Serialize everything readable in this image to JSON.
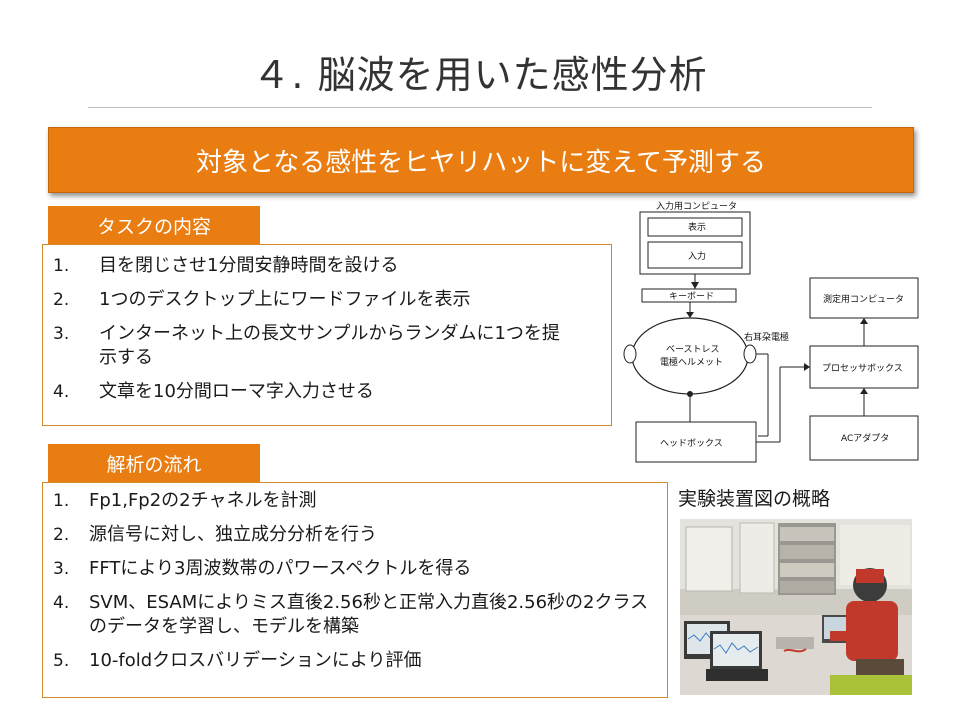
{
  "title": "４. 脳波を用いた感性分析",
  "banner": "対象となる感性をヒヤリハットに変えて予測する",
  "task": {
    "label": "タスクの内容",
    "items": [
      {
        "num": "1.",
        "text": "目を閉じさせ1分間安静時間を設ける"
      },
      {
        "num": "2.",
        "text": "1つのデスクトップ上にワードファイルを表示"
      },
      {
        "num": "3.",
        "text": "インターネット上の長文サンプルからランダムに1つを提示する"
      },
      {
        "num": "4.",
        "text": "文章を10分間ローマ字入力させる"
      }
    ]
  },
  "analysis": {
    "label": "解析の流れ",
    "items": [
      {
        "num": "1.",
        "text": "Fp1,Fp2の2チャネルを計測"
      },
      {
        "num": "2.",
        "text": "源信号に対し、独立成分分析を行う"
      },
      {
        "num": "3.",
        "text": "FFTにより3周波数帯のパワースペクトルを得る"
      },
      {
        "num": "4.",
        "text": "SVM、ESAMによりミス直後2.56秒と正常入力直後2.56秒の2クラスのデータを学習し、モデルを構築"
      },
      {
        "num": "5.",
        "text": "10-foldクロスバリデーションにより評価"
      }
    ]
  },
  "diagram": {
    "input_pc": "入力用コンピュータ",
    "display": "表示",
    "input": "入力",
    "keyboard": "キーボード",
    "helmet": "ベーストレス電極ヘルメット",
    "right_ear": "右耳朶電極",
    "measure_pc": "測定用コンピュータ",
    "processor": "プロセッサボックス",
    "ac": "ACアダプタ",
    "headbox": "ヘッドボックス"
  },
  "caption": "実験装置図の概略"
}
